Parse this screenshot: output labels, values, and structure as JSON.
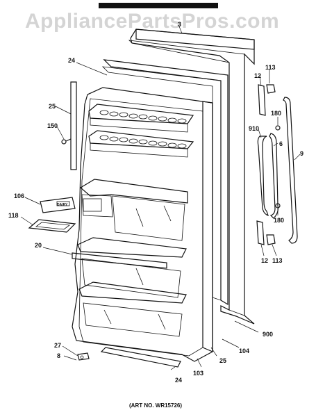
{
  "watermark": "AppliancePartsPros.com",
  "callouts": {
    "c3": "3",
    "c24_top": "24",
    "c25_left": "25",
    "c150": "150",
    "c106": "106",
    "c118": "118",
    "c20": "20",
    "c27": "27",
    "c8": "8",
    "c24_bottom": "24",
    "c103": "103",
    "c25_bottom": "25",
    "c104": "104",
    "c900": "900",
    "c12_top": "12",
    "c113_top": "113",
    "c180_top": "180",
    "c910": "910",
    "c6": "6",
    "c9": "9",
    "c180_bottom": "180",
    "c12_bottom": "12",
    "c113_bottom": "113"
  },
  "control_label": "DAIRY",
  "art_number": "(ART NO. WR15726)"
}
